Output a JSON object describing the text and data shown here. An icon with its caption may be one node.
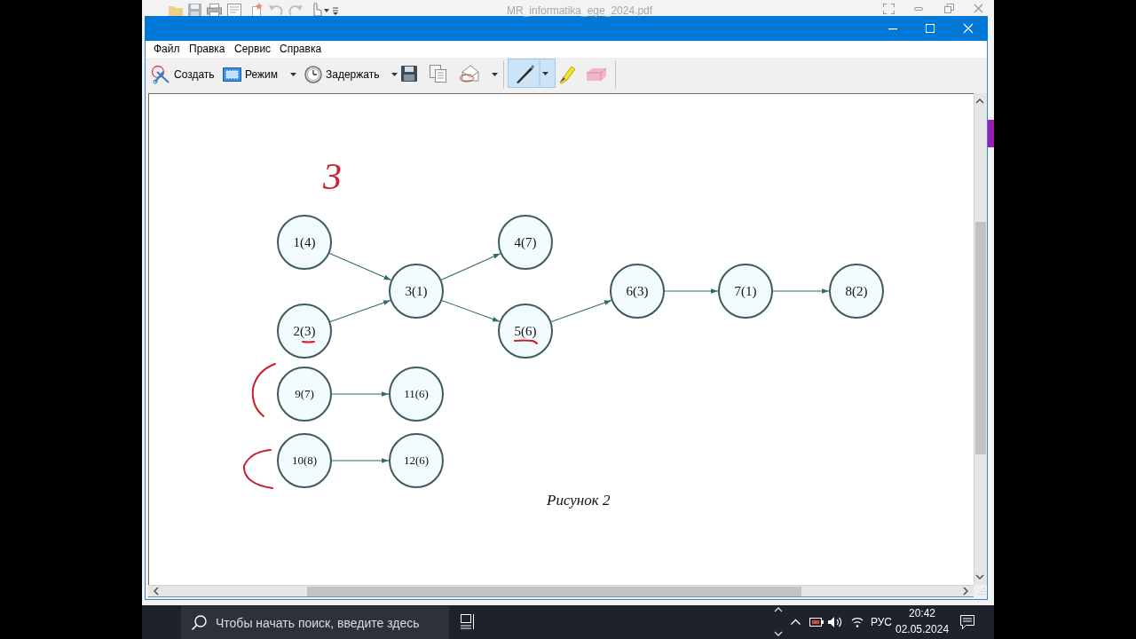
{
  "diagram": {
    "nodes": [
      {
        "text": [
          "1(4)"
        ]
      },
      {
        "text": [
          "2(3)"
        ]
      },
      {
        "text": [
          "3(1)"
        ]
      },
      {
        "text": [
          "4(7)"
        ]
      },
      {
        "text": [
          "5(6)"
        ]
      },
      {
        "text": [
          "6(3)"
        ]
      },
      {
        "text": [
          "7(1)"
        ]
      },
      {
        "text": [
          "8(2)"
        ]
      },
      {
        "text": [
          "9(7)"
        ]
      },
      {
        "text": [
          "10(8)"
        ]
      },
      {
        "text": [
          "11(6)"
        ]
      },
      {
        "text": [
          "12(6)"
        ]
      }
    ],
    "edges": [
      {
        "from": 0,
        "to": 2,
        "arrow": "to"
      },
      {
        "from": 1,
        "to": 2,
        "arrow": "to"
      },
      {
        "from": 2,
        "to": 3,
        "arrow": "to"
      },
      {
        "from": 2,
        "to": 4,
        "arrow": "to"
      },
      {
        "from": 4,
        "to": 5,
        "arrow": "to"
      },
      {
        "from": 5,
        "to": 6,
        "arrow": "to"
      },
      {
        "from": 6,
        "to": 7,
        "arrow": "to"
      },
      {
        "from": 8,
        "to": 10,
        "arrow": "to"
      },
      {
        "from": 9,
        "to": 11,
        "arrow": "to"
      }
    ],
    "caption": "Рисунок 2",
    "labels": [
      "MR_informatika_ege_2024.pdf",
      "Файл",
      "Правка",
      "Сервис",
      "Справка",
      "Создать",
      "Режим",
      "Задержать",
      "3",
      "Чтобы начать поиск, введите здесь",
      "РУС",
      "20:42",
      "02.05.2024"
    ]
  }
}
